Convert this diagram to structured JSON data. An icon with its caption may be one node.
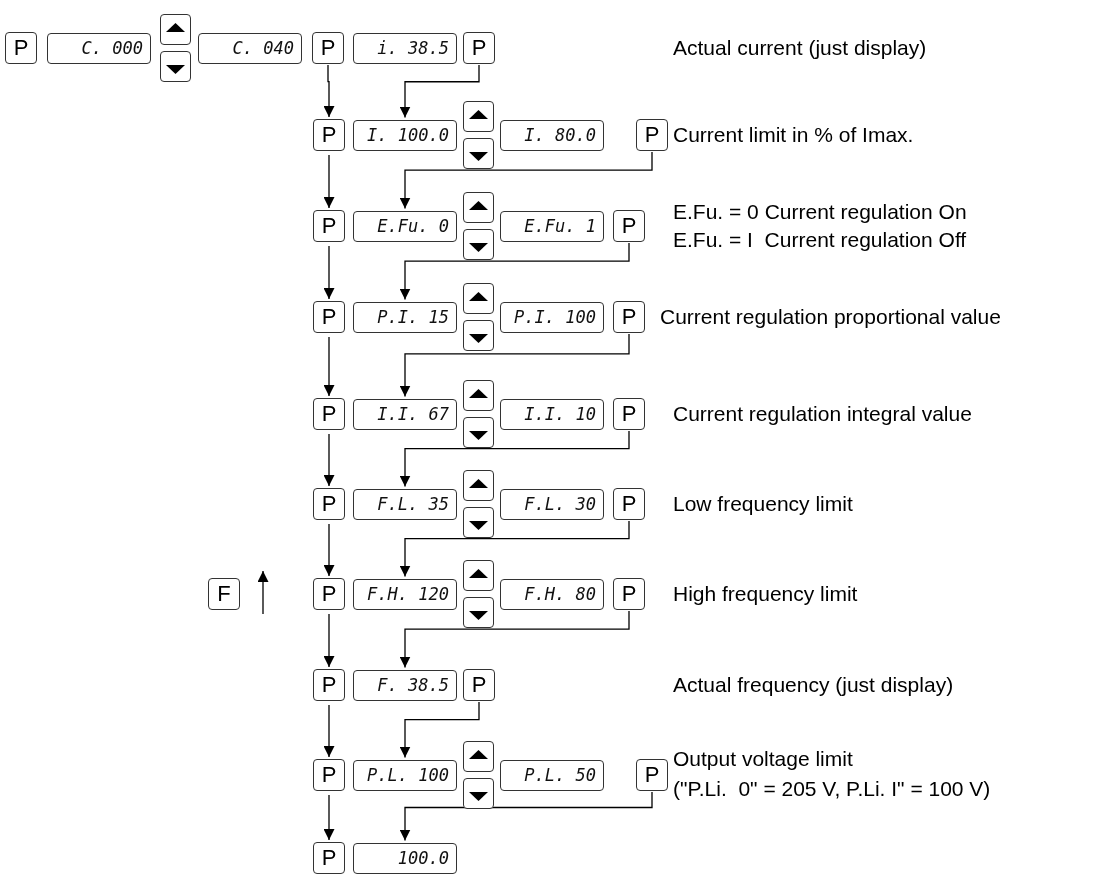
{
  "diagram": {
    "nodes": [
      {
        "text": [
          "P"
        ]
      },
      {
        "text": [
          "C. 000"
        ]
      },
      {
        "text": [],
        "shape": "box"
      },
      {
        "text": [],
        "shape": "box"
      },
      {
        "text": [
          "C. 040"
        ]
      },
      {
        "text": [
          "P"
        ]
      },
      {
        "text": [
          "i. 38.5"
        ]
      },
      {
        "text": [
          "P"
        ]
      },
      {
        "text": [
          "P"
        ]
      },
      {
        "text": [
          "I. 100.0"
        ]
      },
      {
        "text": [],
        "shape": "box"
      },
      {
        "text": [],
        "shape": "box"
      },
      {
        "text": [
          "I. 80.0"
        ]
      },
      {
        "text": [
          "P"
        ]
      },
      {
        "text": [
          "P"
        ]
      },
      {
        "text": [
          "E.Fu. 0"
        ]
      },
      {
        "text": [],
        "shape": "box"
      },
      {
        "text": [],
        "shape": "box"
      },
      {
        "text": [
          "E.Fu. 1"
        ]
      },
      {
        "text": [
          "P"
        ]
      },
      {
        "text": [
          "P"
        ]
      },
      {
        "text": [
          "P.I. 15"
        ]
      },
      {
        "text": [],
        "shape": "box"
      },
      {
        "text": [],
        "shape": "box"
      },
      {
        "text": [
          "P.I. 100"
        ]
      },
      {
        "text": [
          "P"
        ]
      },
      {
        "text": [
          "P"
        ]
      },
      {
        "text": [
          "I.I. 67"
        ]
      },
      {
        "text": [],
        "shape": "box"
      },
      {
        "text": [],
        "shape": "box"
      },
      {
        "text": [
          "I.I. 10"
        ]
      },
      {
        "text": [
          "P"
        ]
      },
      {
        "text": [
          "P"
        ]
      },
      {
        "text": [
          "F.L. 35"
        ]
      },
      {
        "text": [],
        "shape": "box"
      },
      {
        "text": [],
        "shape": "box"
      },
      {
        "text": [
          "F.L. 30"
        ]
      },
      {
        "text": [
          "P"
        ]
      },
      {
        "text": [
          "F"
        ]
      },
      {
        "text": [
          "P"
        ]
      },
      {
        "text": [
          "F.H. 120"
        ]
      },
      {
        "text": [],
        "shape": "box"
      },
      {
        "text": [],
        "shape": "box"
      },
      {
        "text": [
          "F.H. 80"
        ]
      },
      {
        "text": [
          "P"
        ]
      },
      {
        "text": [
          "P"
        ]
      },
      {
        "text": [
          "F. 38.5"
        ]
      },
      {
        "text": [
          "P"
        ]
      },
      {
        "text": [
          "P"
        ]
      },
      {
        "text": [
          "P.L. 100"
        ]
      },
      {
        "text": [],
        "shape": "box"
      },
      {
        "text": [],
        "shape": "box"
      },
      {
        "text": [
          "P.L. 50"
        ]
      },
      {
        "text": [
          "P"
        ]
      },
      {
        "text": [
          "P"
        ]
      },
      {
        "text": [
          "100.0"
        ]
      }
    ],
    "edges": [
      {
        "from": 5,
        "to": 8,
        "arrow": "to"
      },
      {
        "from": 7,
        "to": 9,
        "arrow": "to"
      },
      {
        "from": 8,
        "to": 14,
        "arrow": "to"
      },
      {
        "from": 13,
        "to": 15,
        "arrow": "to"
      },
      {
        "from": 14,
        "to": 20,
        "arrow": "to"
      },
      {
        "from": 19,
        "to": 21,
        "arrow": "to"
      },
      {
        "from": 20,
        "to": 26,
        "arrow": "to"
      },
      {
        "from": 25,
        "to": 27,
        "arrow": "to"
      },
      {
        "from": 26,
        "to": 32,
        "arrow": "to"
      },
      {
        "from": 31,
        "to": 33,
        "arrow": "to"
      },
      {
        "from": 32,
        "to": 39,
        "arrow": "to"
      },
      {
        "from": 37,
        "to": 40,
        "arrow": "to"
      },
      {
        "from": 39,
        "to": 45,
        "arrow": "to"
      },
      {
        "from": 44,
        "to": 46,
        "arrow": "to"
      },
      {
        "from": 45,
        "to": 48,
        "arrow": "to"
      },
      {
        "from": 47,
        "to": 49,
        "arrow": "to"
      },
      {
        "from": 48,
        "to": 54,
        "arrow": "to"
      },
      {
        "from": 53,
        "to": 55,
        "arrow": "to"
      }
    ],
    "labels": [
      "Actual current (just display)",
      "Current limit in % of Imax.",
      "E.Fu. = 0 Current regulation On",
      "E.Fu. = I  Current regulation Off",
      "Current regulation proportional value",
      "Current regulation integral value",
      "Low frequency limit",
      "High frequency limit",
      "Actual frequency (just display)",
      "Output voltage limit",
      "(\"P.Li.  0\" = 205 V, P.Li. I\" = 100 V)"
    ]
  }
}
